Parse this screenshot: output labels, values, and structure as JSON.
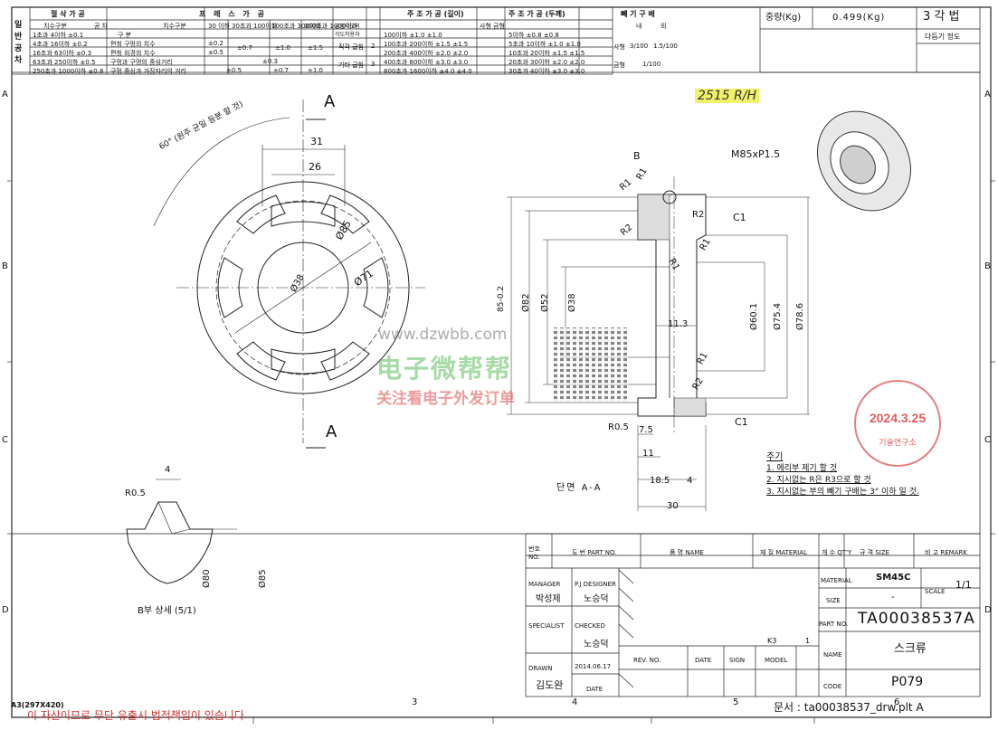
{
  "tol_table": {
    "h1": "절 삭 가 공",
    "h1_sub1": "치수구분",
    "h1_sub2": "공 차",
    "rows1": [
      [
        "1초과",
        "4이하",
        "±0.1"
      ],
      [
        "4초과",
        "16이하",
        "±0.2"
      ],
      [
        "16초과",
        "63이하",
        "±0.3"
      ],
      [
        "63초과",
        "250이하",
        "±0.5"
      ],
      [
        "250초과",
        "1000이하",
        "±0.8"
      ]
    ],
    "left_label": "일반공차",
    "h2": "프 레 스 가 공",
    "h2_cols": [
      "치수구분",
      "30 이하",
      "30초과 100이하",
      "100초과 300이하",
      "300초과 1000이하"
    ],
    "h2_rows": [
      [
        "편칭 구멍의 치수",
        "±0.2",
        "±0.7",
        "±1.0",
        "±1.5"
      ],
      [
        "편칭 외경의 치수",
        "±0.5",
        "",
        "",
        ""
      ],
      [
        "구멍과 구멍의 중심거리",
        "±0.3",
        "",
        "",
        ""
      ],
      [
        "구멍 중심과 가장자리의 거리",
        "±0.5",
        "±0.7",
        "±1.0",
        ""
      ]
    ],
    "h2_sub": "구 분",
    "h3": "굽힘각도의 각도허용차",
    "h3_vals": [
      "직각 굽힘",
      "기타 굽힘"
    ],
    "h3_num": [
      "2",
      "3"
    ],
    "h4": "주 조 가 공 (길이)",
    "h4_rows": [
      [
        "",
        "100이하",
        "±1.0",
        "±1.0"
      ],
      [
        "100초과",
        "200이하",
        "±1.5",
        "±1.5"
      ],
      [
        "200초과",
        "400이하",
        "±2.0",
        "±2.0"
      ],
      [
        "400초과",
        "800이하",
        "±3.0",
        "±3.0"
      ],
      [
        "800초과",
        "1600이하",
        "±4.0",
        "±4.0"
      ]
    ],
    "h5": "주 조 가 공 (두께)",
    "h5_rows": [
      [
        "",
        "5이하",
        "±0.8",
        "±0.8"
      ],
      [
        "5초과",
        "10이하",
        "±1.0",
        "±1.0"
      ],
      [
        "10초과",
        "20이하",
        "±1.5",
        "±1.5"
      ],
      [
        "20초과",
        "30이하",
        "±2.0",
        "±2.0"
      ],
      [
        "30초과",
        "40이하",
        "±3.0",
        "±3.0"
      ]
    ],
    "h6": "빼 기 구 배",
    "h6_vals": [
      "내",
      "외",
      "3/100",
      "1.5/100",
      "1/100"
    ],
    "col_sa": "사형",
    "col_gum": "금형"
  },
  "weight": {
    "label": "중량(Kg)",
    "value": "0.499(Kg)"
  },
  "view_method": {
    "label": "3 각 법",
    "sub": "다듬기 정도"
  },
  "handwritten": "2515 R/H",
  "margin": {
    "rows": [
      "A",
      "B",
      "C",
      "D"
    ],
    "cols": [
      "3",
      "4",
      "5",
      "6"
    ],
    "sheet": "A3(297X420)"
  },
  "front_view": {
    "angle_note": "60° (원주 균일 등분 할 것)",
    "dims": [
      "31",
      "26",
      "Ø85",
      "Ø71",
      "Ø38"
    ],
    "section": "A"
  },
  "section_view": {
    "labels": [
      "B",
      "R1",
      "R1",
      "M85xP1.5",
      "R2",
      "C1",
      "R2",
      "R1",
      "R1",
      "R1",
      "R2",
      "R0.5",
      "C1"
    ],
    "dims_v": [
      "85-0.2",
      "Ø82",
      "Ø52",
      "Ø38",
      "Ø60.1",
      "Ø75.4",
      "Ø78.6"
    ],
    "dims_h": [
      "11.3",
      "7.5",
      "11",
      "18.5",
      "4",
      "30"
    ],
    "title": "단면 A-A"
  },
  "detail_view": {
    "dims": [
      "4",
      "R0.5",
      "Ø80",
      "Ø85"
    ],
    "title": "B부 상세 (5/1)"
  },
  "notes": {
    "title": "주기",
    "lines": [
      "1. 에리부 제기 할 것",
      "2. 지시없는 R은 R3으로 할 것",
      "3. 지시없는 부의 빼기 구배는 3° 이하 일 것."
    ]
  },
  "stamp": {
    "date": "2024.3.25",
    "text": "기술연구소"
  },
  "watermark": {
    "url": "www.dzwbb.com",
    "name": "电子微帮帮",
    "sub": "关注看电子外发订单"
  },
  "title_block": {
    "hdr": [
      "번호 NO.",
      "도 번 PART NO.",
      "품 명 NAME",
      "재 질 MATERIAL",
      "개 수 QT'Y",
      "규 격 SIZE",
      "비 고 REMARK"
    ],
    "manager_label": "MANAGER",
    "manager": "박성제",
    "designer_label": "P.J DESIGNER",
    "designer": "노승덕",
    "specialist_label": "SPECIALIST",
    "checked_label": "CHECKED",
    "checked": "노승덕",
    "drawn_label": "DRAWN",
    "drawn": "김도완",
    "drawn_date": "2014.06.17",
    "date_label": "DATE",
    "rev_hdr": [
      "REV. NO.",
      "DATE",
      "SIGN"
    ],
    "model_label": "MODEL",
    "model": "K3",
    "qty": "1",
    "material_label": "MATERIAL",
    "material": "SM45C",
    "size_label": "SIZE",
    "size": "-",
    "scale_label": "SCALE",
    "scale": "1/1",
    "partno_label": "PART NO.",
    "partno": "TA00038537A",
    "name_label": "NAME",
    "name": "스크류",
    "code_label": "CODE",
    "code": "P079",
    "file": "문서 : ta00038537_drw.plt A",
    "footer": "이 자산이므로 무단 유출시 법적책임이 있습니다"
  }
}
